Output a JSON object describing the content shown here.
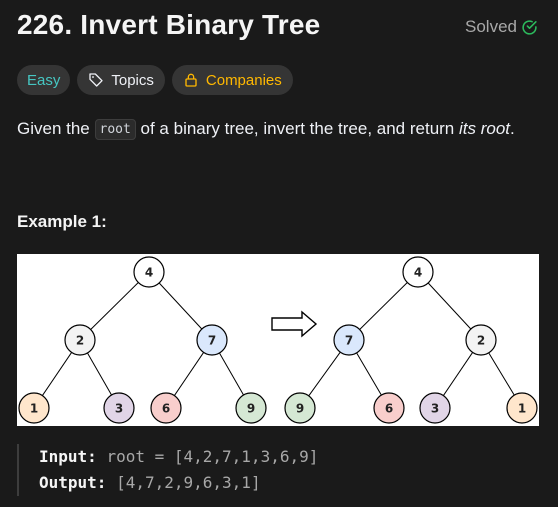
{
  "problem": {
    "title": "226. Invert Binary Tree",
    "status": "Solved"
  },
  "tags": {
    "difficulty": "Easy",
    "topics": "Topics",
    "companies": "Companies"
  },
  "description": {
    "before": "Given the ",
    "code": "root",
    "middle": " of a binary tree, invert the tree, and return ",
    "emphasis": "its root",
    "after": "."
  },
  "example": {
    "heading": "Example 1:",
    "input_label": "Input:",
    "input_value": "root = [4,2,7,1,3,6,9]",
    "output_label": "Output:",
    "output_value": "[4,7,2,9,6,3,1]"
  },
  "diagram": {
    "input_tree": [
      "4",
      "2",
      "7",
      "1",
      "3",
      "6",
      "9"
    ],
    "output_tree": [
      "4",
      "7",
      "2",
      "9",
      "6",
      "3",
      "1"
    ],
    "node_colors": {
      "4": "#ffffff",
      "2": "#f3f3f3",
      "7": "#dae8fc",
      "1": "#ffe6cc",
      "3": "#e1d5e7",
      "6": "#f8cecc",
      "9": "#d5e8d4"
    }
  },
  "colors": {
    "easy": "#46c6c2",
    "companies": "#ffb800",
    "solved_check": "#2cbb5d",
    "background": "#1a1a1a"
  }
}
